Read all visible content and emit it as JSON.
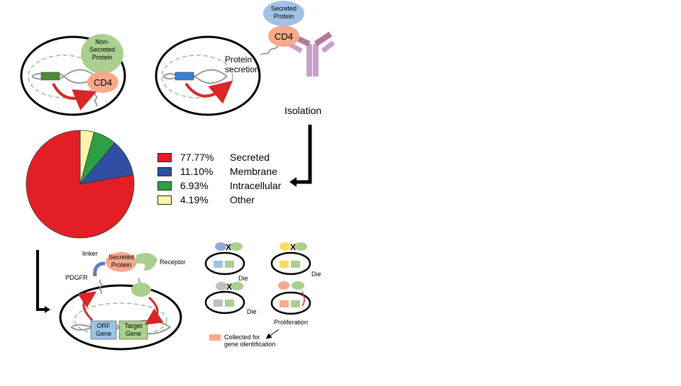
{
  "panel_top": {
    "non_secreted_label": "Non-Secreted Protein",
    "cd4_label": "CD4",
    "protein_secretion_label": "Protein secretion",
    "secreted_protein_label": "Secreted Protein",
    "isolation_label": "Isolation"
  },
  "chart_data": {
    "type": "pie",
    "categories": [
      "Secreted",
      "Membrane",
      "Intracellular",
      "Other"
    ],
    "values": [
      77.77,
      11.1,
      6.93,
      4.19
    ],
    "percent_labels": [
      "77.77%",
      "11.10%",
      "6.93%",
      "4.19%"
    ],
    "colors": [
      "#e31f26",
      "#2e4fa3",
      "#2ea043",
      "#fff5a8"
    ],
    "legend_position": "right"
  },
  "panel_bottom": {
    "linker_label": "linker",
    "secreted_protein_label": "Secreted Protein",
    "receptor_label": "Receptor",
    "pdgfr_label": "PDGFR",
    "orf_gene_label": "ORF Gene",
    "target_gene_label": "Target Gene",
    "die_label": "Die",
    "x_label": "X",
    "proliferation_label": "Proliferation",
    "collected_label": "Collected for gene identification"
  },
  "colors": {
    "cd4_salmon": "#f7a98a",
    "protein_green": "#a9d08e",
    "secreted_blue": "#9fc3e7",
    "antibody_lilac": "#c9a0c9",
    "arrow_red": "#d8262b",
    "orf_blue": "#9dc3e6",
    "yellow_protein": "#ffd966",
    "gray_protein": "#bfbfbf"
  }
}
